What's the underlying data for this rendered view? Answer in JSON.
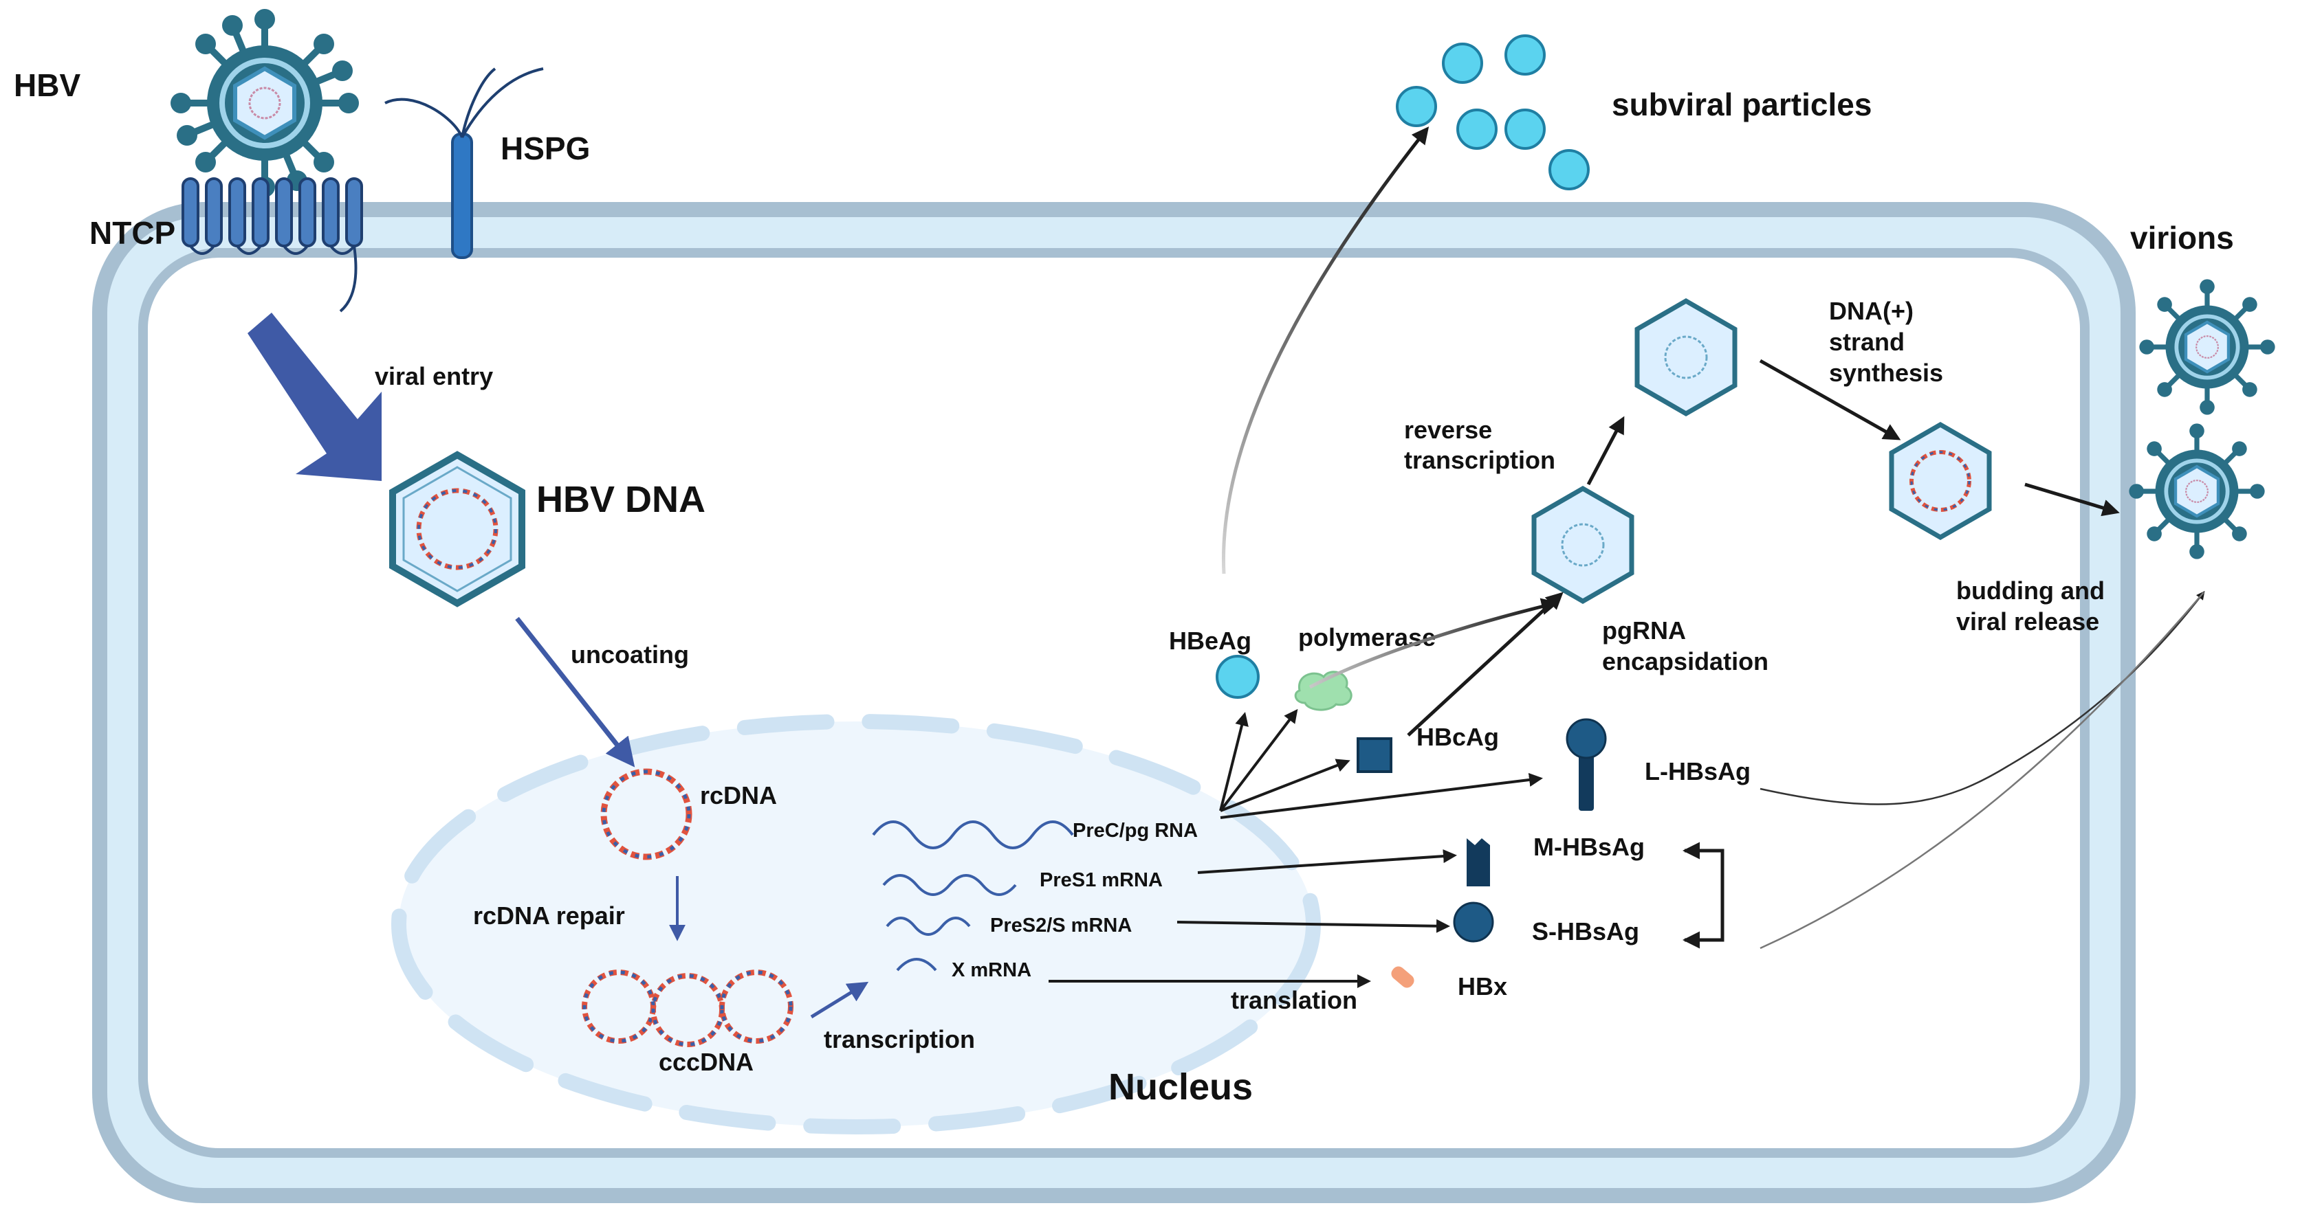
{
  "labels": {
    "hbv": "HBV",
    "hspg": "HSPG",
    "ntcp": "NTCP",
    "subviral_particles": "subviral particles",
    "virions": "virions",
    "viral_entry": "viral entry",
    "hbv_dna": "HBV DNA",
    "uncoating": "uncoating",
    "rcdna": "rcDNA",
    "rcdna_repair": "rcDNA repair",
    "cccdna": "cccDNA",
    "transcription": "transcription",
    "nucleus": "Nucleus",
    "transcripts": [
      "PreC/pg RNA",
      "PreS1 mRNA",
      "PreS2/S mRNA",
      "X mRNA"
    ],
    "translation": "translation",
    "hbeag": "HBeAg",
    "polymerase": "polymerase",
    "hbcag": "HBcAg",
    "l_hbsag": "L-HBsAg",
    "m_hbsag": "M-HBsAg",
    "s_hbsag": "S-HBsAg",
    "hbx": "HBx",
    "reverse_transcription": [
      "reverse",
      "transcription"
    ],
    "pgrna_encapsidation": [
      "pgRNA",
      "encapsidation"
    ],
    "dna_plus_strand_synthesis": [
      "DNA(+)",
      "strand",
      "synthesis"
    ],
    "budding_release": [
      "budding and",
      "viral release"
    ]
  },
  "colors": {
    "cell_membrane_outer": "#a7bfd1",
    "cell_membrane_fill": "#d7ecf8",
    "cytoplasm": "#ffffff",
    "nucleus_fill": "#eef6fd",
    "nucleus_envelope": "#cfe3f3",
    "virion_dark": "#2a6f86",
    "capsid_blue": "#3f90bb",
    "ntcp_blue": "#4a7fc1",
    "big_arrow": "#3f5aa6",
    "subviral": "#5bd3ef",
    "polymerase": "#9fe0ae",
    "hbcag": "#1e5a86",
    "hbsag_dark": "#123a5c",
    "hbx": "#f4a07a",
    "dna_red": "#e1533e",
    "dna_blue": "#3a5fa8"
  }
}
